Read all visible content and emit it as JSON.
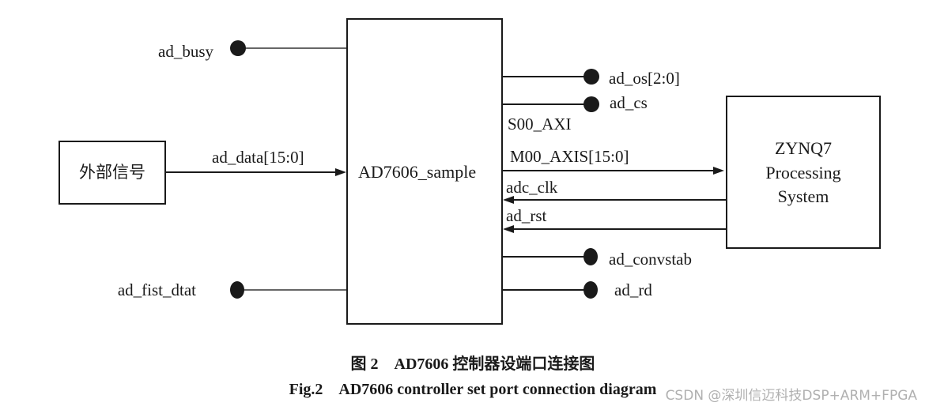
{
  "blocks": {
    "external": "外部信号",
    "sampler": "AD7606_sample",
    "zynq": [
      "ZYNQ7",
      "Processing",
      "System"
    ]
  },
  "ports": {
    "ad_busy": "ad_busy",
    "ad_data": "ad_data[15:0]",
    "ad_fist_dtat": "ad_fist_dtat",
    "ad_os": "ad_os[2:0]",
    "ad_cs": "ad_cs",
    "s00_axi": "S00_AXI",
    "m00_axis": "M00_AXIS[15:0]",
    "adc_clk": "adc_clk",
    "ad_rst": "ad_rst",
    "ad_convstab": "ad_convstab",
    "ad_rd": "ad_rd"
  },
  "caption": {
    "chinese": "图 2　AD7606 控制器设端口连接图",
    "english": "Fig.2　AD7606 controller set port connection diagram"
  },
  "watermark": "CSDN @深圳信迈科技DSP+ARM+FPGA"
}
